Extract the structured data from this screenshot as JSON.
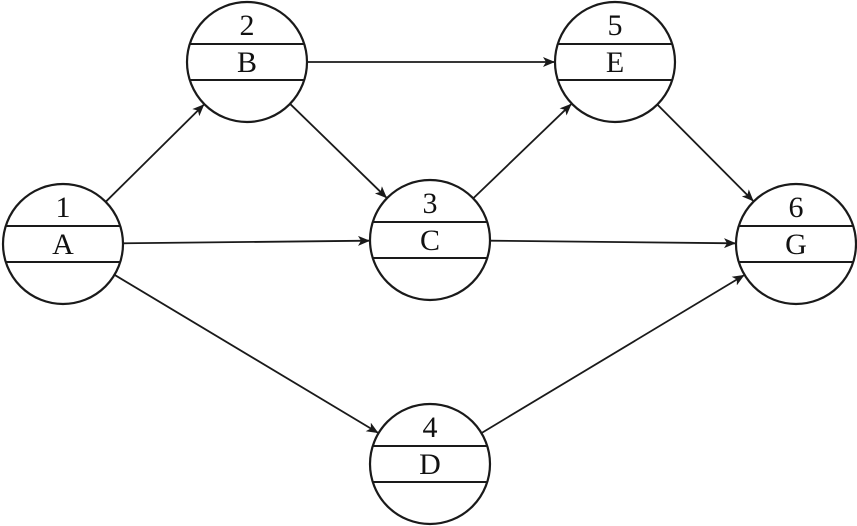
{
  "diagram": {
    "nodes": [
      {
        "id": "1",
        "number": "1",
        "label": "A"
      },
      {
        "id": "2",
        "number": "2",
        "label": "B"
      },
      {
        "id": "3",
        "number": "3",
        "label": "C"
      },
      {
        "id": "4",
        "number": "4",
        "label": "D"
      },
      {
        "id": "5",
        "number": "5",
        "label": "E"
      },
      {
        "id": "6",
        "number": "6",
        "label": "G"
      }
    ],
    "edges": [
      {
        "from": "1",
        "to": "2"
      },
      {
        "from": "1",
        "to": "3"
      },
      {
        "from": "1",
        "to": "4"
      },
      {
        "from": "2",
        "to": "5"
      },
      {
        "from": "2",
        "to": "3"
      },
      {
        "from": "3",
        "to": "5"
      },
      {
        "from": "3",
        "to": "6"
      },
      {
        "from": "4",
        "to": "6"
      },
      {
        "from": "5",
        "to": "6"
      }
    ],
    "colors": {
      "stroke": "#1a1a1a",
      "fill": "#ffffff",
      "text": "#111111"
    }
  }
}
